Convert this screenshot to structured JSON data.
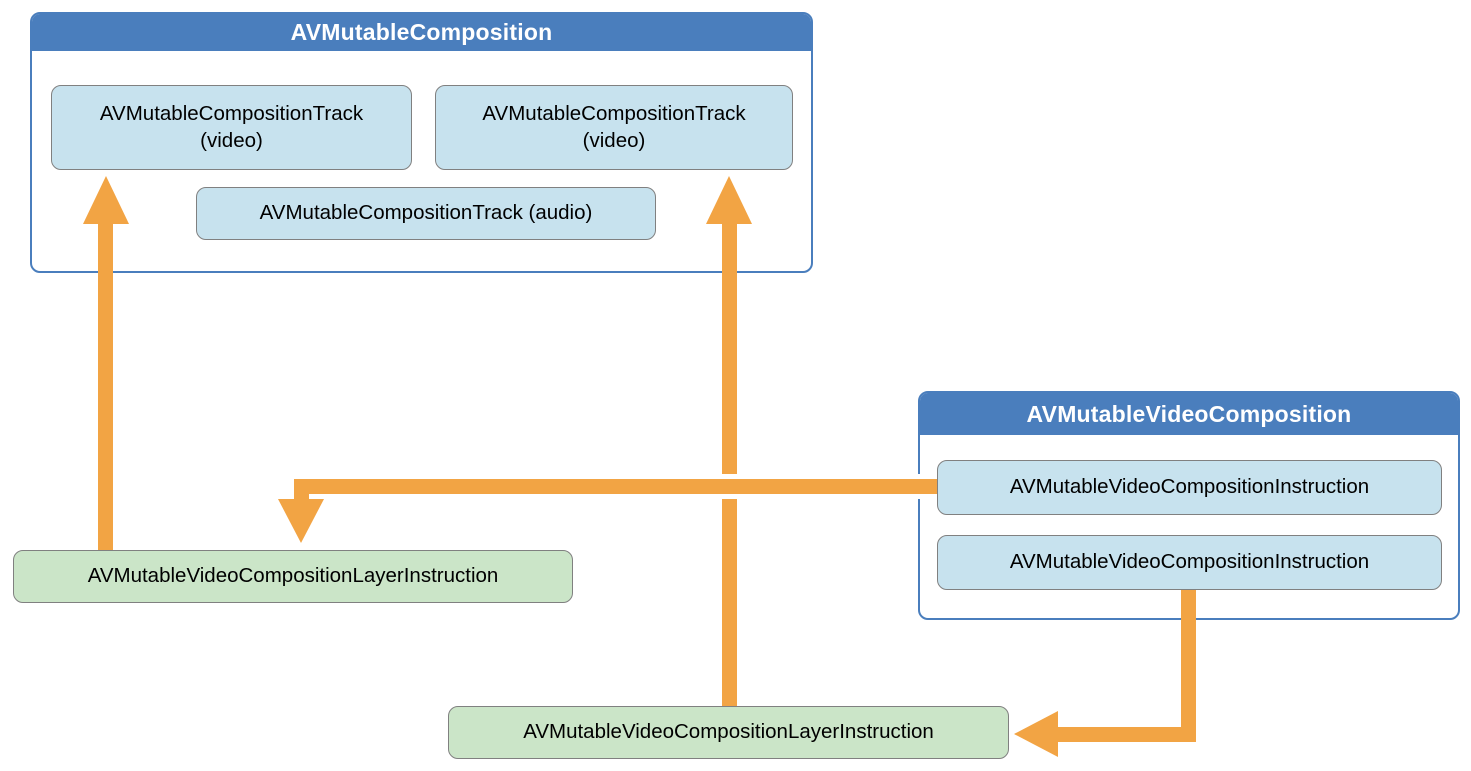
{
  "colors": {
    "blue": "#4a7ebd",
    "light_blue": "#c7e2ee",
    "node_border": "#808080",
    "green": "#cbe5c8",
    "orange": "#f2a444",
    "white": "#ffffff"
  },
  "composition": {
    "title": "AVMutableComposition",
    "tracks": [
      {
        "line1": "AVMutableCompositionTrack",
        "line2": "(video)"
      },
      {
        "line1": "AVMutableCompositionTrack",
        "line2": "(video)"
      },
      {
        "label": "AVMutableCompositionTrack (audio)"
      }
    ]
  },
  "video_composition": {
    "title": "AVMutableVideoComposition",
    "instructions": [
      "AVMutableVideoCompositionInstruction",
      "AVMutableVideoCompositionInstruction"
    ]
  },
  "layer_instructions": [
    "AVMutableVideoCompositionLayerInstruction",
    "AVMutableVideoCompositionLayerInstruction"
  ]
}
